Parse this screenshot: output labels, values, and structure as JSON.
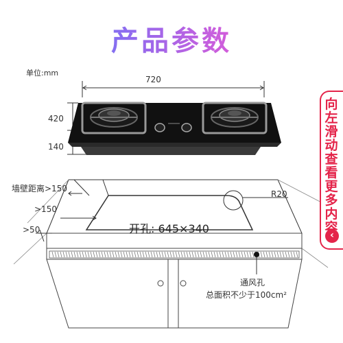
{
  "title": "产品参数",
  "unit": "单位:mm",
  "dims": {
    "width": "720",
    "height": "420",
    "depth": "140"
  },
  "install": {
    "wall_distance": "墙壁距离>150",
    "side_margin": ">150",
    "front_margin": ">50",
    "radius": "R20",
    "cutout_label": "开孔:",
    "cutout_size": "645×340",
    "vent_label": "通风孔",
    "vent_area": "总面积不少于100cm²"
  },
  "side_tab": {
    "text": "向左滑动查看更多内容",
    "icon": "chevron-left-icon",
    "color": "#e4244a"
  }
}
